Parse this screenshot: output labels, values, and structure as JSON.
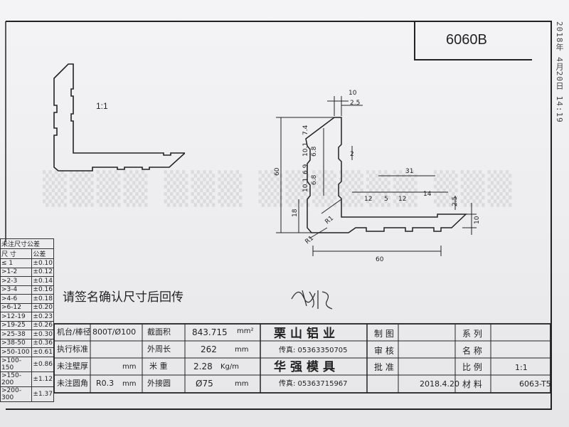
{
  "fax_header": "2018年 4月20日 14:19",
  "material_code": "6060B",
  "scale_label": "1:1",
  "note": "请签名确认尺寸后回传",
  "signature": "曾丽",
  "tolerance_table": {
    "header": "未注尺寸公差",
    "col_size": "尺 寸",
    "col_tol": "公差",
    "rows": [
      {
        "size": "≤ 1",
        "tol": "±0.10"
      },
      {
        "size": ">1-2",
        "tol": "±0.12"
      },
      {
        "size": ">2-3",
        "tol": "±0.14"
      },
      {
        "size": ">3-4",
        "tol": "±0.16"
      },
      {
        "size": ">4-6",
        "tol": "±0.18"
      },
      {
        "size": ">6-12",
        "tol": "±0.20"
      },
      {
        "size": ">12-19",
        "tol": "±0.23"
      },
      {
        "size": ">19-25",
        "tol": "±0.26"
      },
      {
        "size": ">25-38",
        "tol": "±0.30"
      },
      {
        "size": ">38-50",
        "tol": "±0.36"
      },
      {
        "size": ">50-100",
        "tol": "±0.61"
      },
      {
        "size": ">100-150",
        "tol": "±0.86"
      },
      {
        "size": ">150-200",
        "tol": "±1.12"
      },
      {
        "size": ">200-300",
        "tol": "±1.37"
      }
    ]
  },
  "title_block": {
    "machine_label": "机台/棒径",
    "machine_value": "800T/Ø100",
    "area_label": "截面积",
    "area_value": "843.715",
    "area_unit": "mm²",
    "exec_label": "执行标准",
    "perimeter_label": "外周长",
    "perimeter_value": "262",
    "perimeter_unit": "mm",
    "wall_label": "未注壁厚",
    "wall_unit": "mm",
    "weight_label": "米 重",
    "weight_value": "2.28",
    "weight_unit": "Kg/m",
    "corner_label": "未注圆角",
    "corner_value": "R0.3",
    "corner_unit": "mm",
    "circle_label": "外接圆",
    "circle_value": "Ø75",
    "circle_unit": "mm",
    "company1": "栗山铝业",
    "company1_fax": "传真: 05363350705",
    "company2": "华强模具",
    "company2_fax": "传真: 05363715967",
    "drawn_label": "制 图",
    "checked_label": "审 核",
    "approved_label": "批 准",
    "date": "2018.4.20",
    "series_label": "系 列",
    "name_label": "名 称",
    "ratio_label": "比 例",
    "ratio_value": "1:1",
    "material_label": "材 料",
    "material_value": "6063-T5"
  },
  "dimensions": {
    "d10_top": "10",
    "d25_top": "2.5",
    "d2": "2",
    "d74": "7.4",
    "d101a": "10.1",
    "d68a": "6.8",
    "d69": "6.9",
    "d101b": "10.1",
    "d68b": "6.8",
    "d60_v": "60",
    "d18": "18",
    "r1a": "R1",
    "r1b": "R1",
    "d31": "31",
    "d12a": "12",
    "d5a": "5",
    "d12b": "12",
    "d14": "14",
    "d25_right": "2.5",
    "d10_right": "10",
    "d60_h": "60"
  }
}
